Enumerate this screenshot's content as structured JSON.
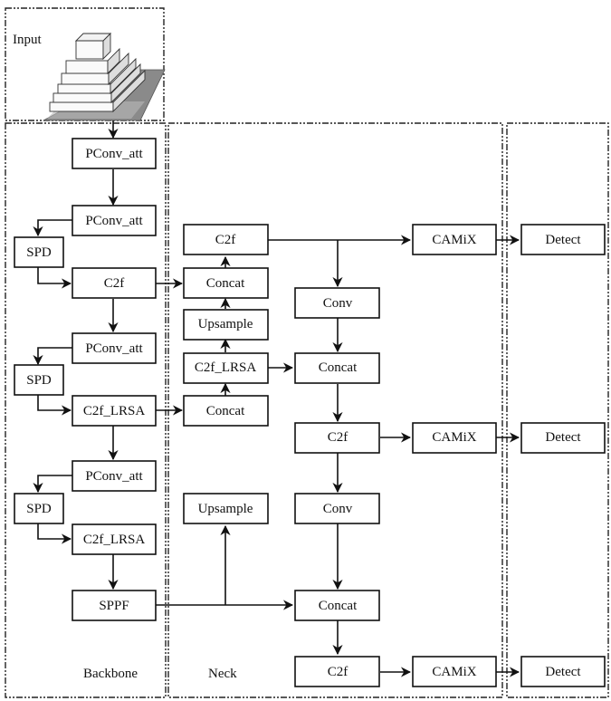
{
  "regions": {
    "input": "Input",
    "backbone": "Backbone",
    "neck": "Neck"
  },
  "nodes": {
    "b_pconv1": "PConv_att",
    "b_pconv2": "PConv_att",
    "b_spd1": "SPD",
    "b_c2f": "C2f",
    "b_pconv3": "PConv_att",
    "b_spd2": "SPD",
    "b_c2f_lrsa1": "C2f_LRSA",
    "b_pconv4": "PConv_att",
    "b_spd3": "SPD",
    "b_c2f_lrsa2": "C2f_LRSA",
    "b_sppf": "SPPF",
    "n_c2f_top": "C2f",
    "n_concat1": "Concat",
    "n_upsample1": "Upsample",
    "n_c2f_lrsa": "C2f_LRSA",
    "n_concat2": "Concat",
    "n_upsample2": "Upsample",
    "n_conv1": "Conv",
    "n_concat3": "Concat",
    "n_c2f_mid": "C2f",
    "n_conv2": "Conv",
    "n_concat4": "Concat",
    "n_c2f_bot": "C2f",
    "h_camix1": "CAMiX",
    "h_camix2": "CAMiX",
    "h_camix3": "CAMiX",
    "h_detect1": "Detect",
    "h_detect2": "Detect",
    "h_detect3": "Detect"
  },
  "edges": [
    [
      "input",
      "b_pconv1"
    ],
    [
      "b_pconv1",
      "b_pconv2"
    ],
    [
      "b_pconv2",
      "b_spd1"
    ],
    [
      "b_spd1",
      "b_c2f"
    ],
    [
      "b_c2f",
      "b_pconv3"
    ],
    [
      "b_pconv3",
      "b_spd2"
    ],
    [
      "b_spd2",
      "b_c2f_lrsa1"
    ],
    [
      "b_c2f_lrsa1",
      "b_pconv4"
    ],
    [
      "b_pconv4",
      "b_spd3"
    ],
    [
      "b_spd3",
      "b_c2f_lrsa2"
    ],
    [
      "b_c2f_lrsa2",
      "b_sppf"
    ],
    [
      "b_sppf",
      "n_upsample2"
    ],
    [
      "b_sppf",
      "n_concat4"
    ],
    [
      "b_c2f",
      "n_concat1"
    ],
    [
      "b_c2f_lrsa1",
      "n_concat2"
    ],
    [
      "n_concat2",
      "n_c2f_lrsa"
    ],
    [
      "n_c2f_lrsa",
      "n_upsample1"
    ],
    [
      "n_upsample1",
      "n_concat1"
    ],
    [
      "n_concat1",
      "n_c2f_top"
    ],
    [
      "n_c2f_top",
      "h_camix1"
    ],
    [
      "n_c2f_top",
      "n_conv1"
    ],
    [
      "n_conv1",
      "n_concat3"
    ],
    [
      "n_c2f_lrsa",
      "n_concat3"
    ],
    [
      "n_concat3",
      "n_c2f_mid"
    ],
    [
      "n_c2f_mid",
      "h_camix2"
    ],
    [
      "n_c2f_mid",
      "n_conv2"
    ],
    [
      "n_conv2",
      "n_concat4"
    ],
    [
      "n_concat4",
      "n_c2f_bot"
    ],
    [
      "n_c2f_bot",
      "h_camix3"
    ],
    [
      "h_camix1",
      "h_detect1"
    ],
    [
      "h_camix2",
      "h_detect2"
    ],
    [
      "h_camix3",
      "h_detect3"
    ]
  ]
}
